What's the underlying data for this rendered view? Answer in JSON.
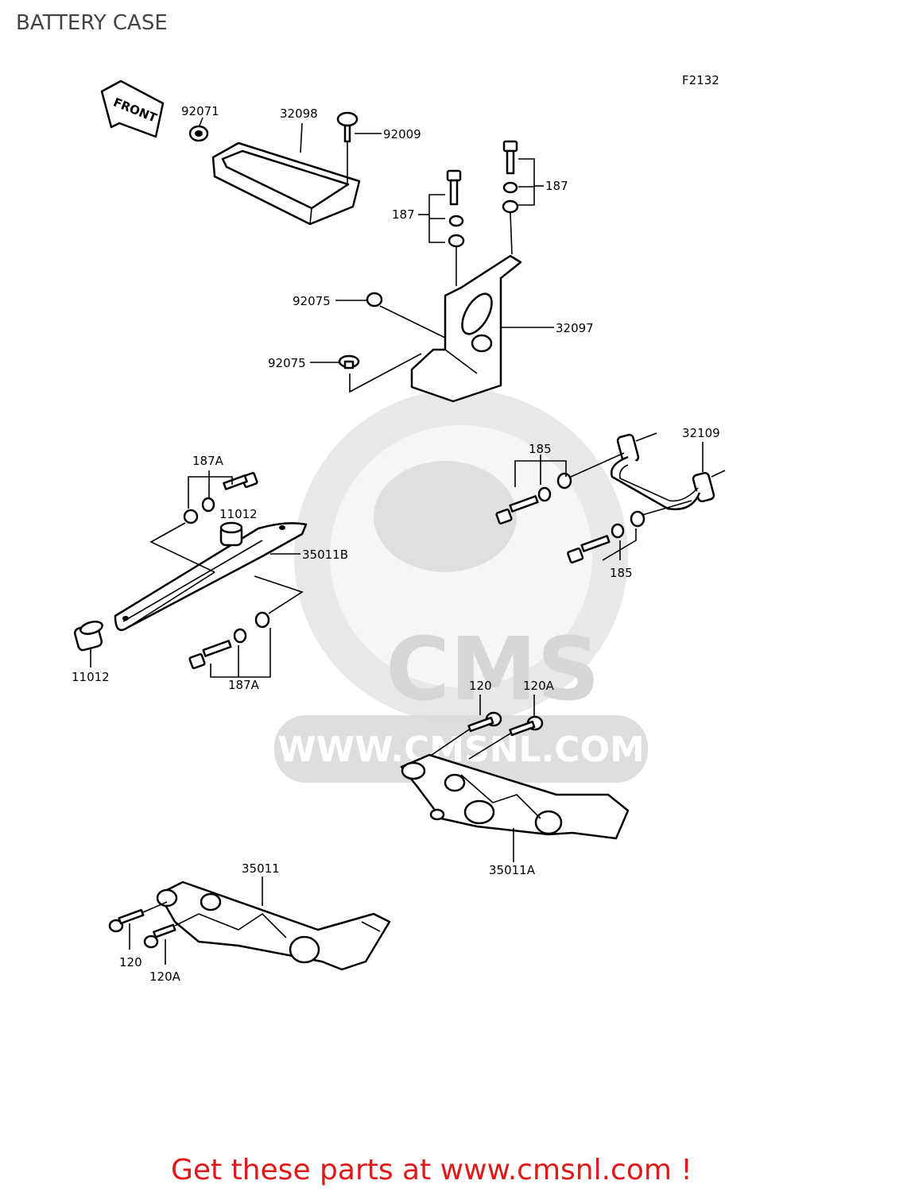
{
  "title": "BATTERY CASE",
  "figure_code": "F2132",
  "front_marker": "FRONT",
  "watermark": {
    "brand": "CMS",
    "url": "WWW.CMSNL.COM"
  },
  "promo": "Get these parts at www.cmsnl.com !",
  "part_labels": {
    "p92071": "92071",
    "p32098": "32098",
    "p92009": "92009",
    "p187_right": "187",
    "p187_left": "187",
    "p92075_upper": "92075",
    "p32097": "32097",
    "p92075_lower": "92075",
    "p187A_top": "187A",
    "p11012_top": "11012",
    "p35011B": "35011B",
    "p11012_bottom": "11012",
    "p187A_bottom": "187A",
    "p185_top": "185",
    "p32109": "32109",
    "p185_bottom": "185",
    "p120_upper": "120",
    "p120A_upper": "120A",
    "p35011A": "35011A",
    "p35011": "35011",
    "p120_lower": "120",
    "p120A_lower": "120A"
  }
}
